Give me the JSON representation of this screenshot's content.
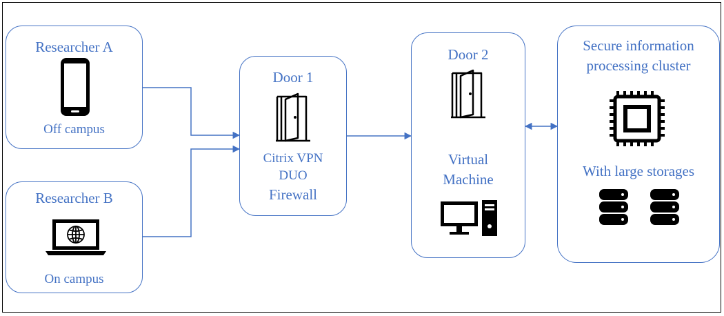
{
  "researcher_a": {
    "title": "Researcher A",
    "location": "Off campus",
    "device_icon": "smartphone-icon"
  },
  "researcher_b": {
    "title": "Researcher B",
    "location": "On campus",
    "device_icon": "laptop-globe-icon"
  },
  "door1": {
    "title": "Door 1",
    "line1": "Citrix VPN",
    "line2": "DUO",
    "line3": "Firewall",
    "icon": "door-icon"
  },
  "door2": {
    "title": "Door 2",
    "line1": "Virtual",
    "line2": "Machine",
    "icons": [
      "door-icon",
      "desktop-computer-icon"
    ]
  },
  "cluster": {
    "title_line1": "Secure information",
    "title_line2": "processing cluster",
    "storage_label": "With large storages",
    "icons": [
      "cpu-chip-icon",
      "database-icon",
      "database-icon"
    ]
  },
  "colors": {
    "accent": "#4472c4",
    "icon": "#000000",
    "border": "#000000"
  }
}
